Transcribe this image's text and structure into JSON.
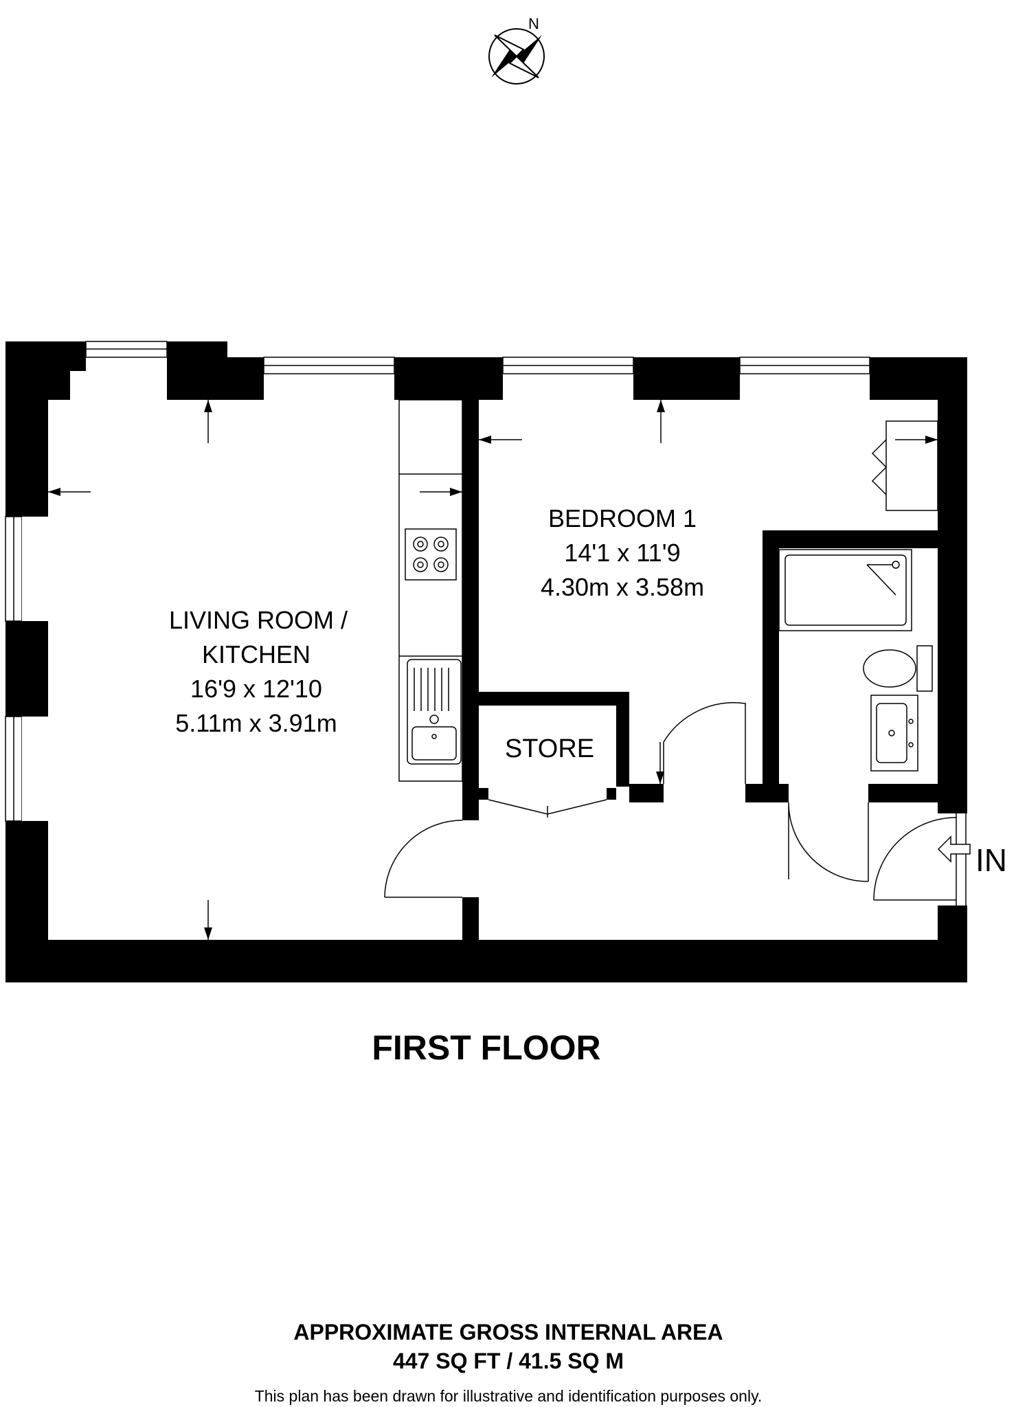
{
  "compass": {
    "label": "N",
    "icon": "compass-rose-icon"
  },
  "rooms": [
    {
      "id": "living",
      "name_lines": [
        "LIVING ROOM /",
        "KITCHEN"
      ],
      "imperial": "16'9 x 12'10",
      "metric": "5.11m x 3.91m"
    },
    {
      "id": "bedroom",
      "name_lines": [
        "BEDROOM 1"
      ],
      "imperial": "14'1 x 11'9",
      "metric": "4.30m x 3.58m"
    },
    {
      "id": "store",
      "name_lines": [
        "STORE"
      ]
    }
  ],
  "entrance": {
    "label": "IN",
    "icon": "entrance-arrow-icon"
  },
  "floor_title": "FIRST FLOOR",
  "area": {
    "heading": "APPROXIMATE GROSS INTERNAL AREA",
    "value": "447 SQ FT / 41.5 SQ M"
  },
  "disclaimer": "This plan has been drawn for illustrative and identification purposes only.",
  "colors": {
    "wall": "#000000",
    "background": "#ffffff"
  }
}
